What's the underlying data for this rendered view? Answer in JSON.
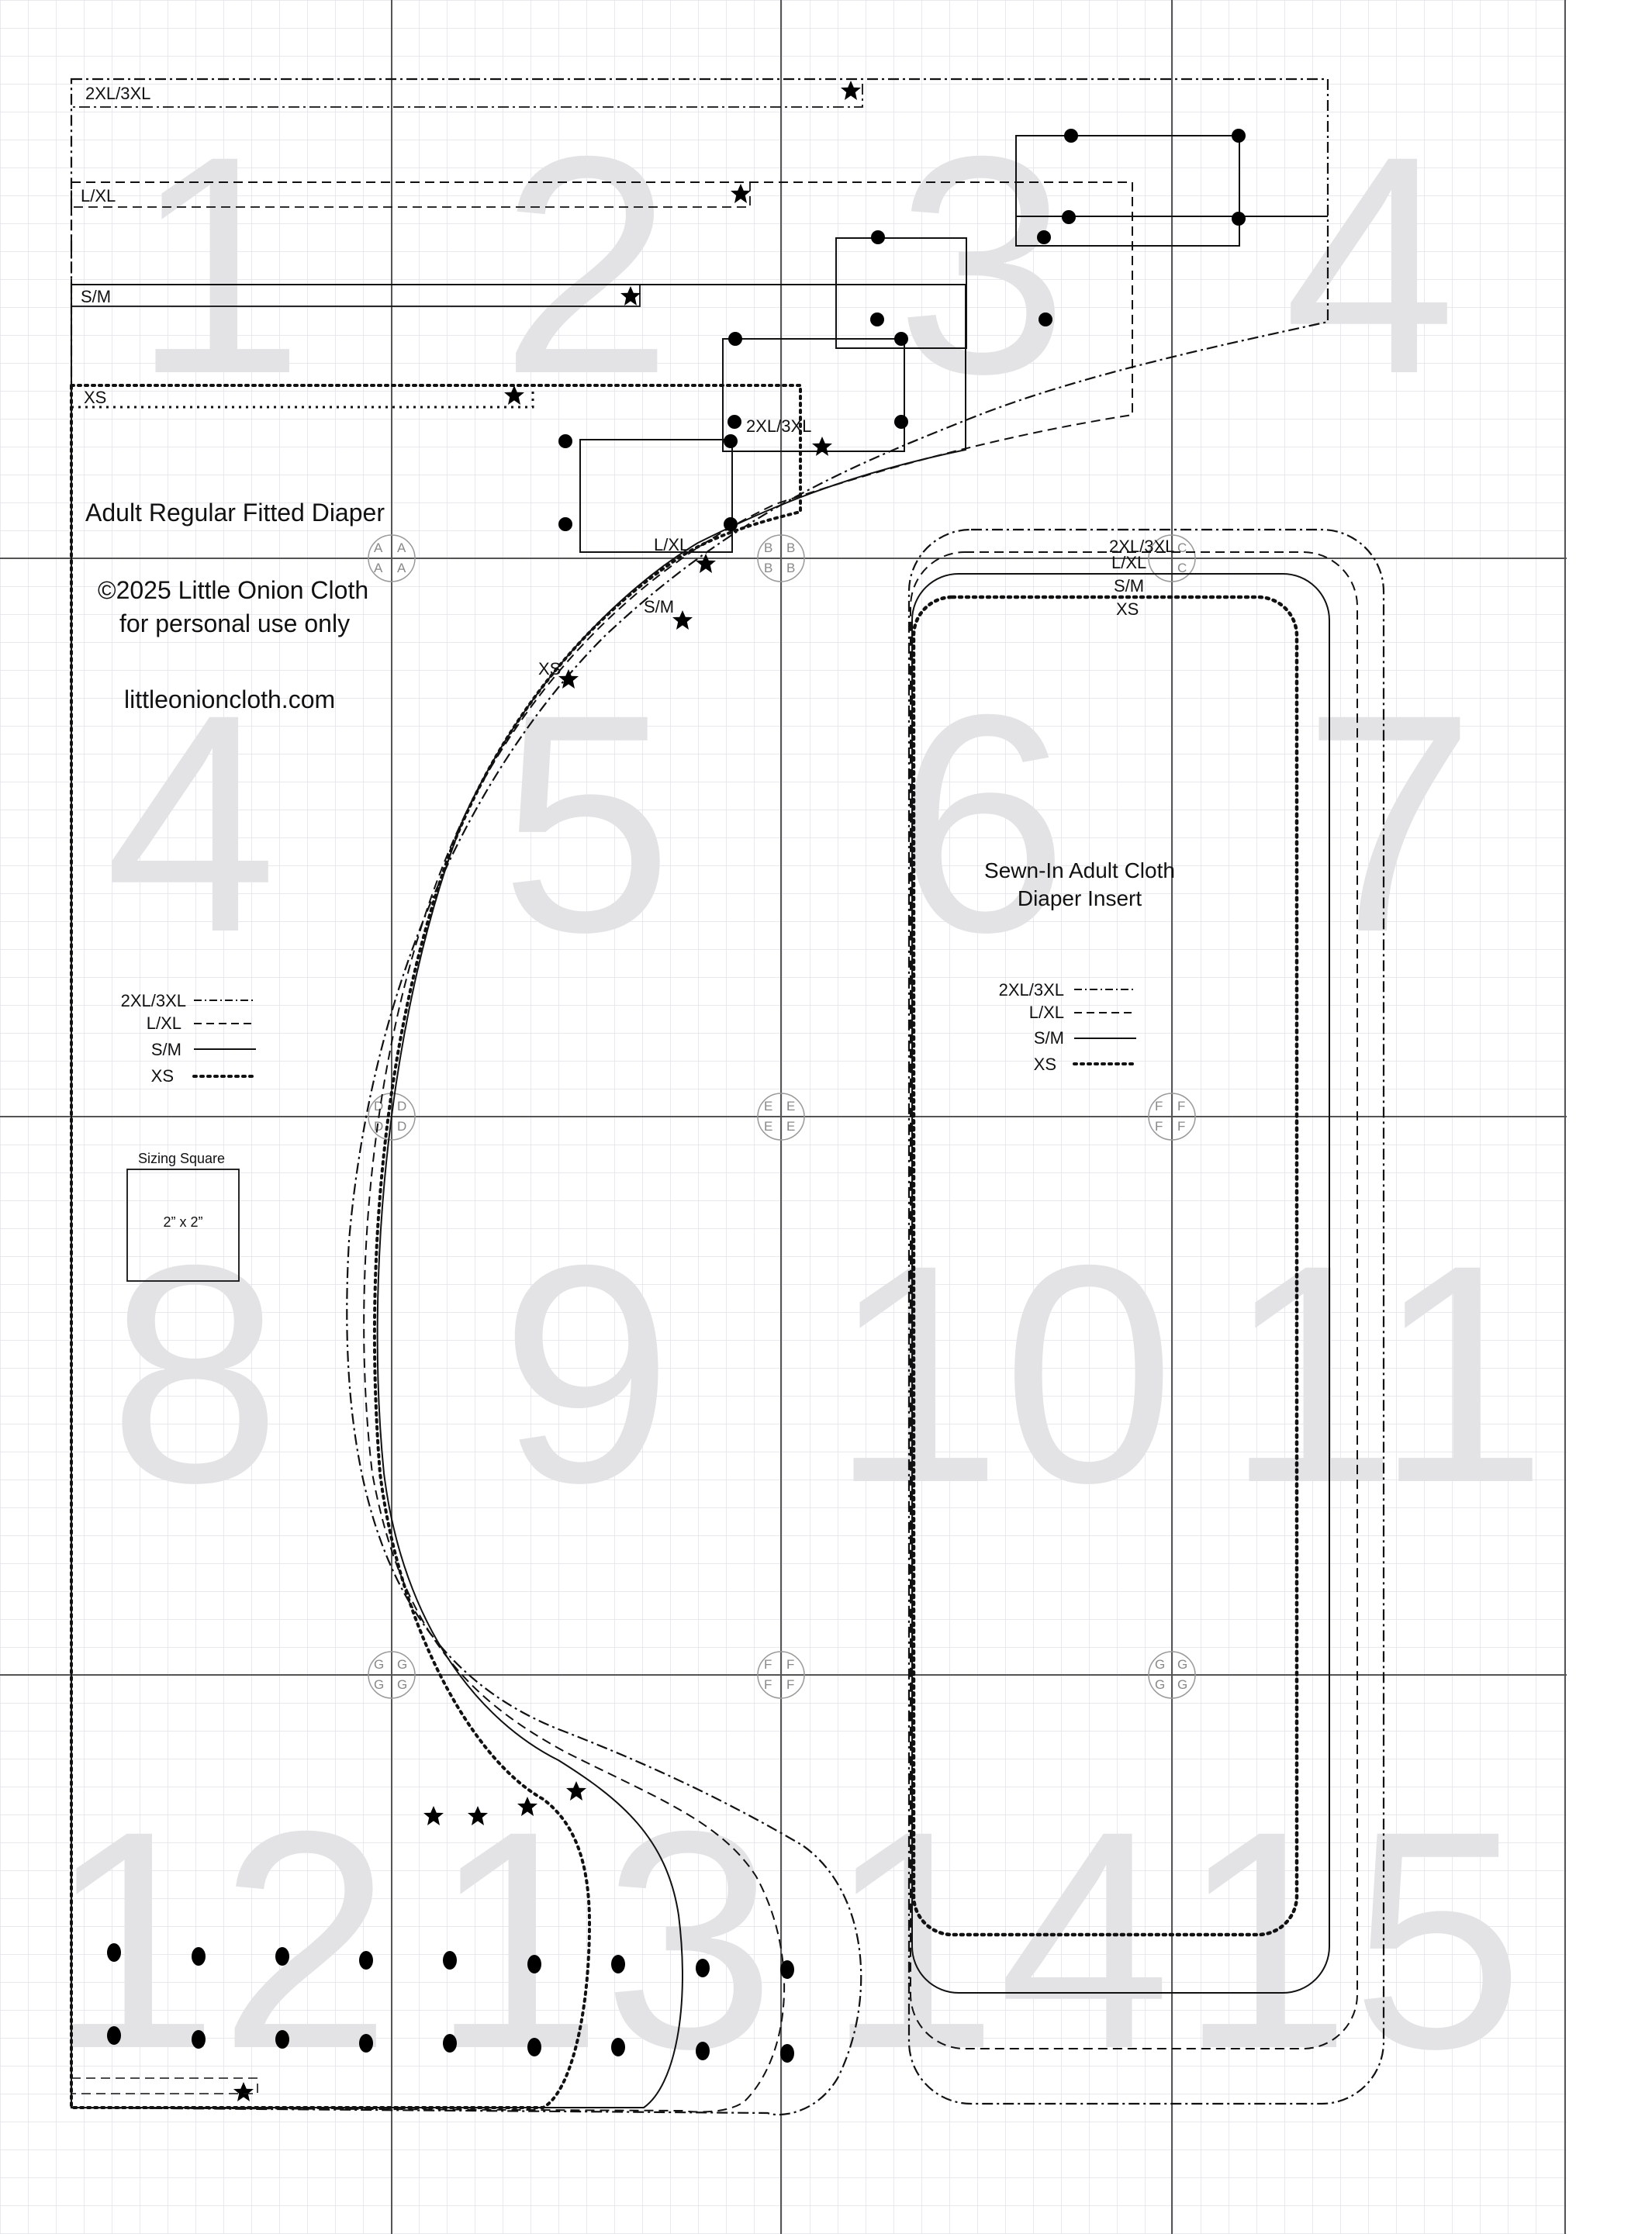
{
  "page_numbers": [
    "1",
    "2",
    "3",
    "4",
    "4",
    "5",
    "6",
    "7",
    "8",
    "9",
    "10",
    "11",
    "12",
    "13",
    "14",
    "15"
  ],
  "diaper": {
    "title": "Adult Regular Fitted Diaper",
    "copyright": "©2025 Little Onion Cloth",
    "usage": "for personal use only",
    "website": "littleonioncloth.com",
    "size_labels": {
      "xxl": "2XL/3XL",
      "lxl": "L/XL",
      "sm": "S/M",
      "xs": "XS"
    }
  },
  "insert": {
    "title_line1": "Sewn-In Adult Cloth",
    "title_line2": "Diaper Insert"
  },
  "legend": {
    "items": [
      {
        "label": "2XL/3XL",
        "style": "dash-dot"
      },
      {
        "label": "L/XL",
        "style": "dashed"
      },
      {
        "label": "S/M",
        "style": "solid"
      },
      {
        "label": "XS",
        "style": "dotted"
      }
    ]
  },
  "sizing_square": {
    "title": "Sizing Square",
    "label": "2” x 2”"
  },
  "registration_letters": [
    "A",
    "B",
    "C",
    "D",
    "E",
    "F",
    "G"
  ],
  "colors": {
    "ink": "#111111",
    "grid_major": "#555555",
    "grid_minor": "#dfe2e6",
    "page_number": "#e3e3e6"
  }
}
